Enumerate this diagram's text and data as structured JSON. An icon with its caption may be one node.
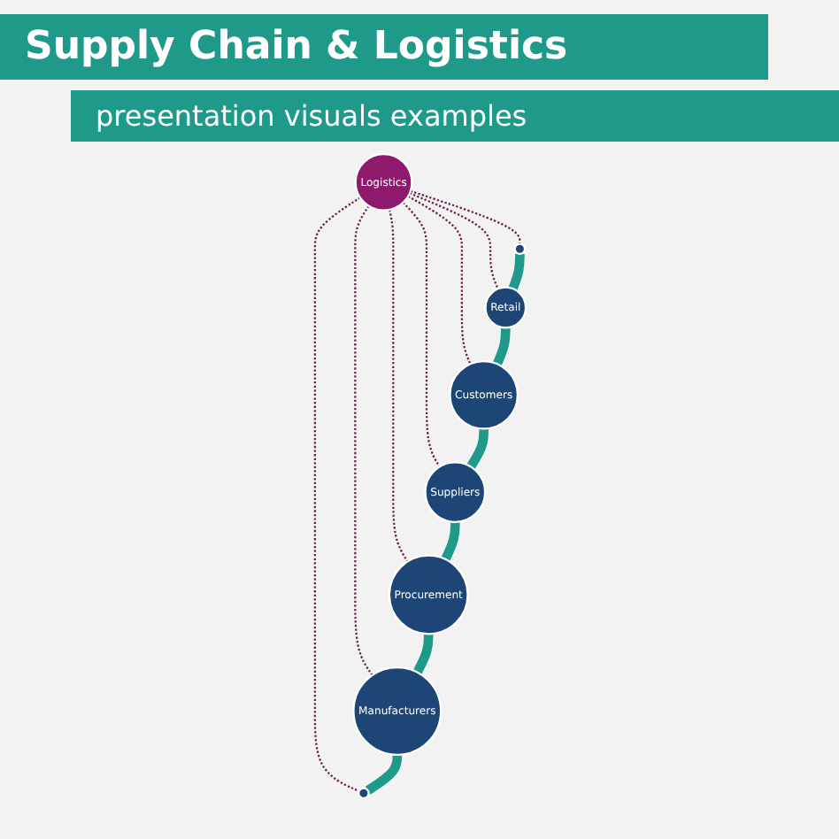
{
  "diagram": {
    "title": "Supply Chain & Logistics",
    "nodes": [
      {
        "text": [
          "Suppliers"
        ]
      },
      {
        "text": [
          "Customers"
        ]
      },
      {
        "text": [
          "Procurement"
        ]
      },
      {
        "text": [
          "Retail"
        ]
      },
      {
        "text": [
          "Logistics"
        ]
      },
      {
        "text": [
          "Manufacturers"
        ]
      },
      {
        "text": [],
        "shape": "circle"
      },
      {
        "text": [],
        "shape": "circle"
      }
    ],
    "edges": [
      {
        "from": 4,
        "to": 0,
        "arrow": "none",
        "style": "dashed",
        "color": "#6b1f4f"
      },
      {
        "from": 4,
        "to": 1,
        "arrow": "none",
        "style": "dashed",
        "color": "#6b1f4f"
      },
      {
        "from": 4,
        "to": 2,
        "arrow": "none",
        "style": "dashed",
        "color": "#6b1f4f"
      },
      {
        "from": 4,
        "to": 3,
        "arrow": "none",
        "style": "dashed",
        "color": "#6b1f4f"
      },
      {
        "from": 4,
        "to": 5,
        "arrow": "none",
        "style": "dashed",
        "color": "#6b1f4f"
      },
      {
        "from": 4,
        "to": 6,
        "arrow": "none",
        "style": "dashed",
        "color": "#6b1f4f"
      },
      {
        "from": 4,
        "to": 7,
        "arrow": "none",
        "style": "dashed",
        "color": "#6b1f4f"
      },
      {
        "from": 6,
        "to": 3,
        "arrow": "none",
        "style": "thick",
        "color": "#1f9a8a"
      },
      {
        "from": 3,
        "to": 1,
        "arrow": "none",
        "style": "thick",
        "color": "#1f9a8a"
      },
      {
        "from": 1,
        "to": 0,
        "arrow": "none",
        "style": "thick",
        "color": "#1f9a8a"
      },
      {
        "from": 0,
        "to": 2,
        "arrow": "none",
        "style": "thick",
        "color": "#1f9a8a"
      },
      {
        "from": 2,
        "to": 5,
        "arrow": "none",
        "style": "thick",
        "color": "#1f9a8a"
      },
      {
        "from": 5,
        "to": 7,
        "arrow": "none",
        "style": "thick",
        "color": "#1f9a8a"
      }
    ],
    "labels": [
      "presentation visuals examples"
    ]
  }
}
